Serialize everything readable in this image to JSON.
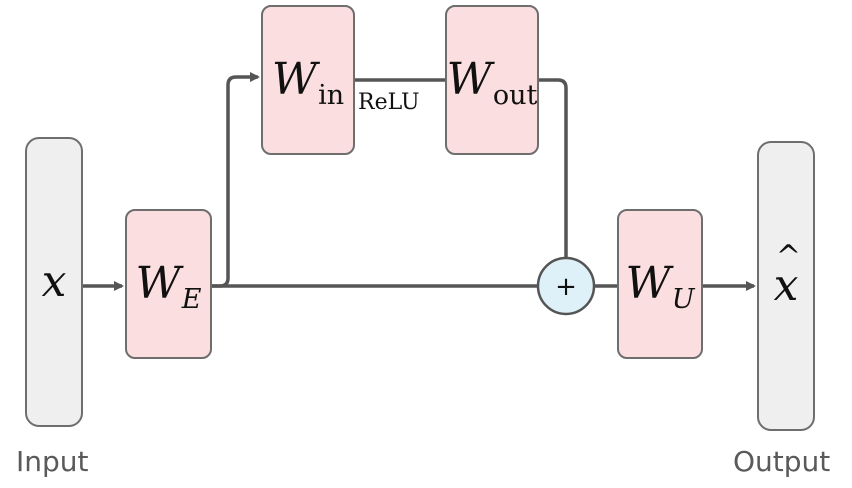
{
  "nodes": {
    "input": {
      "symbol": "x"
    },
    "encoder": {
      "symbol": "W",
      "subscript": "E"
    },
    "w_in": {
      "symbol": "W",
      "subscript": "in"
    },
    "w_out": {
      "symbol": "W",
      "subscript": "out"
    },
    "unembed": {
      "symbol": "W",
      "subscript": "U"
    },
    "output": {
      "symbol": "x",
      "accent": "^"
    }
  },
  "operators": {
    "activation": "ReLU",
    "add": "+"
  },
  "captions": {
    "input": "Input",
    "output": "Output"
  },
  "colors": {
    "io_fill": "#efefef",
    "weight_fill": "#fbdfe0",
    "add_fill": "#dff1f8",
    "stroke": "#555555",
    "border": "#6e6e6e"
  }
}
